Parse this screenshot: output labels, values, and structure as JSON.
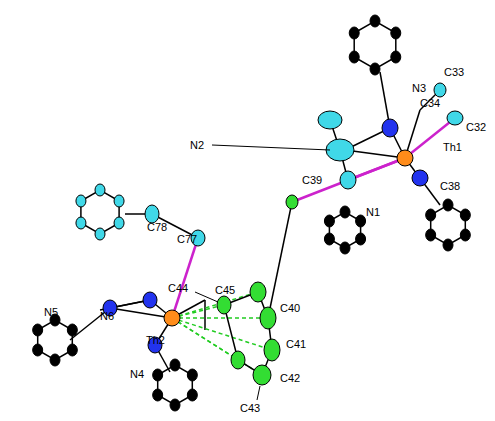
{
  "diagram": {
    "labels": [
      "C33",
      "N3",
      "C34",
      "C32",
      "N2",
      "Th1",
      "C39",
      "C38",
      "N1",
      "C78",
      "C77",
      "C44",
      "C45",
      "C40",
      "N5",
      "N6",
      "Th2",
      "C41",
      "N4",
      "C42",
      "C43"
    ]
  }
}
